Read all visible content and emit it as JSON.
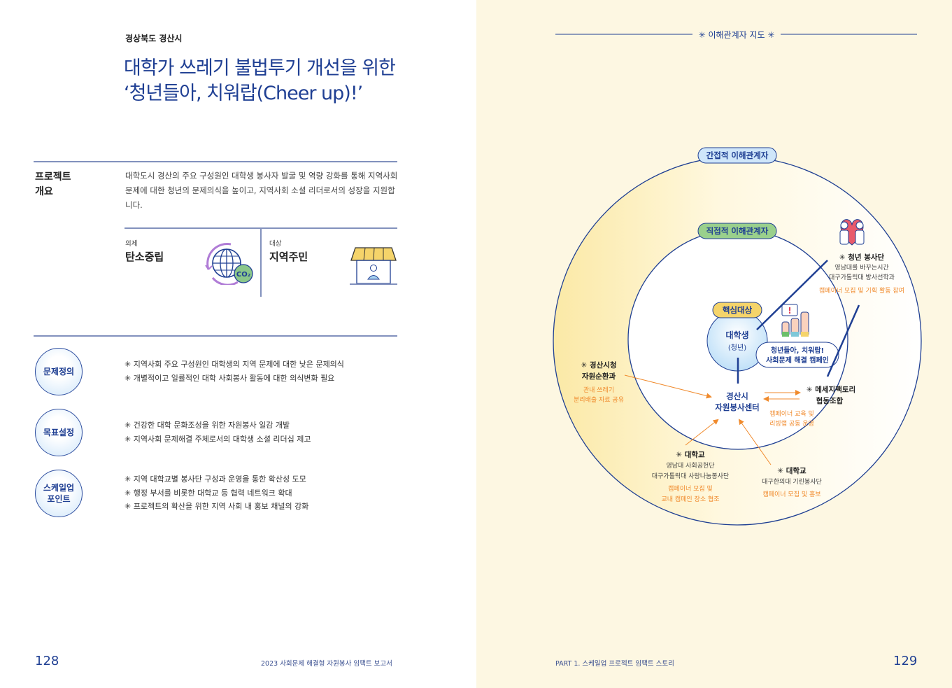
{
  "left_page": {
    "region": "경상북도 경산시",
    "title_line1": "대학가 쓰레기 불법투기 개선을 위한",
    "title_line2": "‘청년들아, 치워랍(Cheer up)!’",
    "overview": {
      "label_line1": "프로젝트",
      "label_line2": "개요",
      "text": "대학도시 경산의 주요 구성원인 대학생 봉사자 발굴 및 역량 강화를 통해 지역사회 문제에 대한 청년의 문제의식을 높이고, 지역사회 소셜 리더로서의 성장을 지원합니다."
    },
    "agenda": {
      "label": "의제",
      "value": "탄소중립",
      "icon_text": "CO₂"
    },
    "target": {
      "label": "대상",
      "value": "지역주민"
    },
    "sections": [
      {
        "title": "문제정의",
        "items": [
          "✳ 지역사회 주요 구성원인 대학생의 지역 문제에 대한 낮은 문제의식",
          "✳ 개별적이고 일률적인 대학 사회봉사 활동에 대한 의식변화 필요"
        ]
      },
      {
        "title": "목표설정",
        "items": [
          "✳ 건강한 대학 문화조성을 위한 자원봉사 일감 개발",
          "✳ 지역사회 문제해결 주체로서의 대학생 소셜 리더십 제고"
        ]
      },
      {
        "title_line1": "스케일업",
        "title_line2": "포인트",
        "items": [
          "✳ 지역 대학교별 봉사단 구성과 운영을 통한 확산성 도모",
          "✳ 행정 부서를 비롯한 대학교 등 협력 네트워크 확대",
          "✳ 프로젝트의 확산을 위한 지역 사회 내 홍보 채널의 강화"
        ]
      }
    ],
    "page_number": "128",
    "footer": "2023 사회문제 해결형 자원봉사 임팩트 보고서"
  },
  "right_page": {
    "map_title": "✳ 이해관계자 지도 ✳",
    "indirect_label": "간접적 이해관계자",
    "direct_label": "직접적 이해관계자",
    "core_label": "핵심대상",
    "core_line1": "대학생",
    "core_line2": "(청년)",
    "campaign_line1": "청년들아, 치워랍!",
    "campaign_line2": "사회문제 해결 캠페인",
    "center_line1": "경산시",
    "center_line2": "자원봉사센터",
    "youth": {
      "name": "✳ 청년 봉사단",
      "sub1": "영남대를 바꾸는시간",
      "sub2": "대구가톨릭대 방사선학과",
      "role": "캠페이너 모집 및 기획 활동 참여"
    },
    "cityhall": {
      "name1": "✳ 경산시청",
      "name2": "자원순환과",
      "role1": "관내 쓰레기",
      "role2": "분리배출 자료 공유"
    },
    "factory": {
      "name1": "✳ 메세지팩토리",
      "name2": "협동조합",
      "role1": "캠페이너 교육 및",
      "role2": "리빙랩  공동 운영"
    },
    "univ1": {
      "name": "✳ 대학교",
      "sub1": "영남대 사회공헌단",
      "sub2": "대구가톨릭대 사랑나눔봉사단",
      "role1": "캠페이너 모집 및",
      "role2": "교내 캠페인 장소 협조"
    },
    "univ2": {
      "name": "✳ 대학교",
      "sub1": "대구한의대 기린봉사단",
      "role": "캠페이너 모집 및 홍보"
    },
    "page_number": "129",
    "footer": "PART 1. 스케일업 프로젝트 임팩트 스토리"
  },
  "colors": {
    "primary": "#1f3f93",
    "orange": "#f08a2c",
    "green_label": "#9ad08c",
    "yellow_label": "#f5d46a",
    "page_bg_right": "#fdf7e2"
  }
}
